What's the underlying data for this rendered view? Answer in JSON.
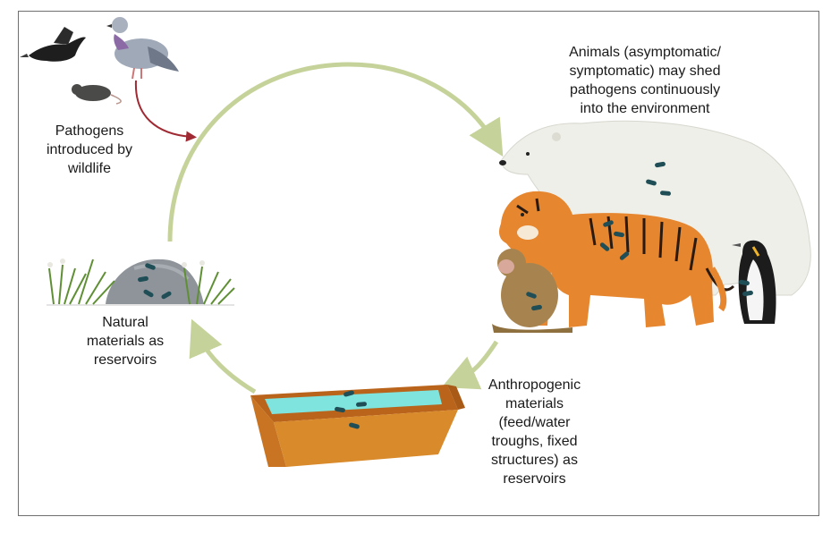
{
  "captions": {
    "wildlife": "Pathogens\nintroduced by\nwildlife",
    "animals": "Animals (asymptomatic/\nsymptomatic) may shed\npathogens continuously\ninto the environment",
    "natural": "Natural\nmaterials as\nreservoirs",
    "anthropogenic": "Anthropogenic\nmaterials\n(feed/water\ntroughs, fixed\nstructures) as\nreservoirs"
  },
  "colors": {
    "cycle_arrow": "#c5d39a",
    "intro_arrow": "#a02a33",
    "bacteria": "#1f4e57",
    "trough_wood": "#d98a2b",
    "trough_water": "#7fe3de",
    "tiger": "#e6862f",
    "polar_bear": "#efefe9",
    "rock": "#8e949a",
    "grass": "#5f8f34"
  },
  "icons": [
    "crow-icon",
    "pigeon-icon",
    "rat-icon",
    "polar-bear-icon",
    "tiger-icon",
    "monkey-icon",
    "penguin-icon",
    "rock-with-grass-icon",
    "trough-icon",
    "bacteria-icon"
  ]
}
